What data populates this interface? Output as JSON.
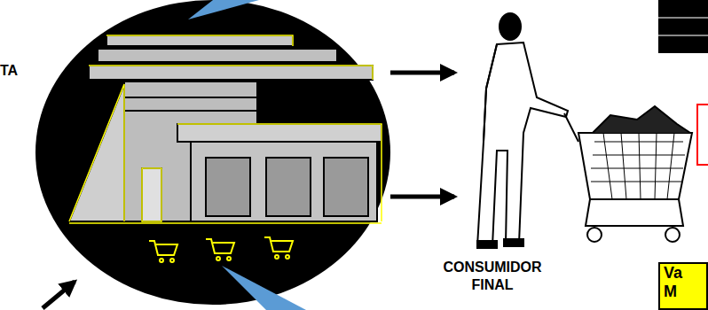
{
  "diagram": {
    "nodes": [
      {
        "text": [
          "Va",
          "M"
        ]
      }
    ],
    "labels": [
      "TA",
      "CONSUMIDOR FINAL"
    ]
  }
}
